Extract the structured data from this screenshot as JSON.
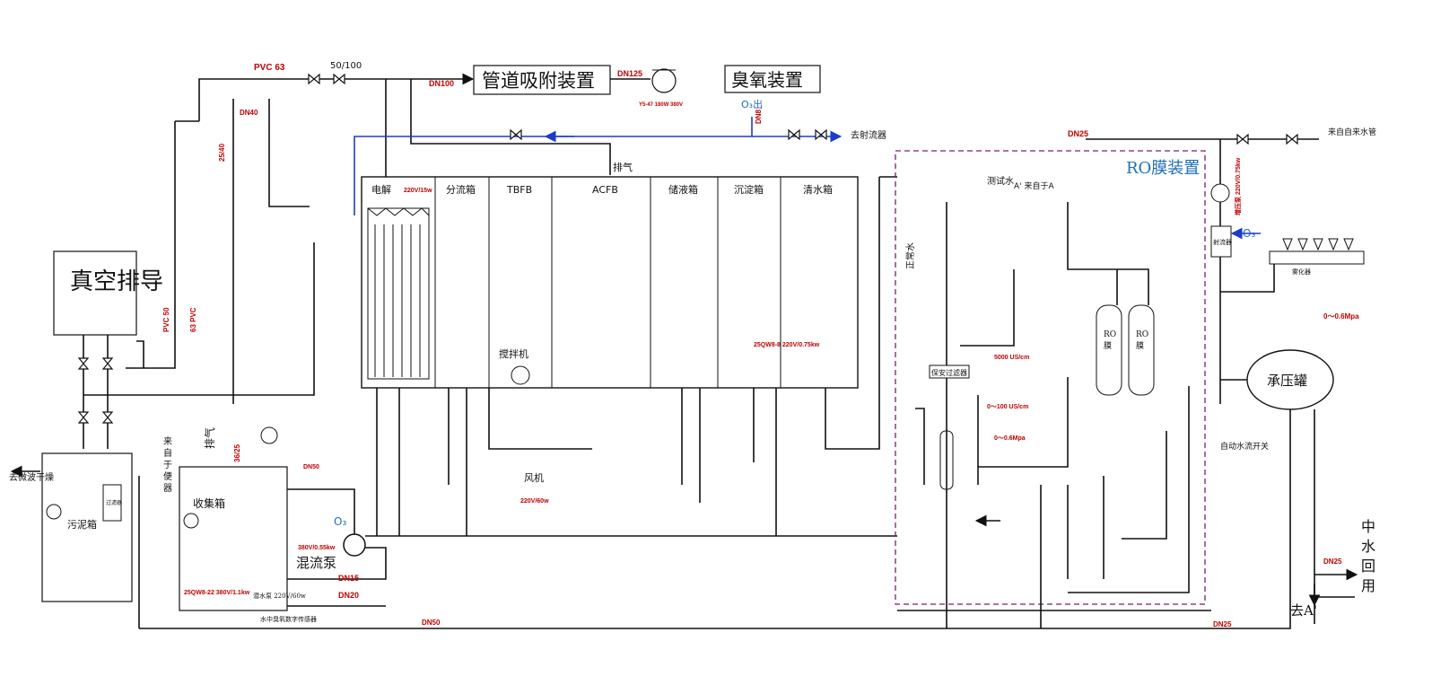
{
  "boxes": {
    "pipe_adsorb": "管道吸附装置",
    "ozone": "臭氧装置",
    "vacuum": "真空排导",
    "ro_unit": "RO膜装置",
    "pressure_tank": "承压罐",
    "collect_tank": "收集箱",
    "sludge_tank": "污泥箱",
    "filter": "过滤器",
    "security_filter": "保安过滤器",
    "jet": "射流器"
  },
  "tanks": {
    "electrolysis": "电解",
    "split": "分流箱",
    "tbfb": "TBFB",
    "acfb": "ACFB",
    "storage": "储液箱",
    "settle": "沉淀箱",
    "clear": "清水箱"
  },
  "labels": {
    "pvc63": "PVC 63",
    "v50_100": "50/100",
    "dn100": "DN100",
    "dn125": "DN125",
    "fan_spec": "Y5-47 180W 380V",
    "o3_out": "O₃出",
    "to_jet": "去射流器",
    "from_tap": "来自自来水管",
    "exhaust": "排气",
    "exhaust2": "排气",
    "test_water": "测试水",
    "from_a": "A' 来自于A",
    "normal_water": "正常水",
    "mixer": "搅拌机",
    "fan": "风机",
    "fan_power": "220V/60w",
    "mix_pump": "混流泵",
    "mix_pump_power": "380V/0.55kw",
    "o3": "O₃",
    "from_toilet": "来自于便器",
    "to_microwave": "去微波干燥",
    "sub_pump": "25QW8-22 380V/1.1kw",
    "sub_pump2": "潜水泵 220V/60w",
    "sensor": "水中臭氧数字传感器",
    "reuse": "中水回用",
    "to_a": "去A'",
    "auto_switch": "自动水流开关",
    "pressure_range": "0～0.6Mpa",
    "conductivity": "5000 US/cm",
    "flow1": "0～100 US/cm",
    "flow2": "0～0.6Mpa",
    "electro_power": "220V/15w",
    "settle_pump": "25QW8-8 220V/0.75kw",
    "booster": "增压泵 220V/0.75kw",
    "atomize": "雾化器",
    "dn25": "DN25",
    "dn15": "DN15",
    "dn50": "DN50",
    "dn20": "DN20",
    "dn40": "DN40",
    "dn8": "DN8",
    "dn25_40": "25/40",
    "dn36_25": "36/25",
    "pvc50": "PVC 50",
    "pvc63v": "63 PVC"
  }
}
